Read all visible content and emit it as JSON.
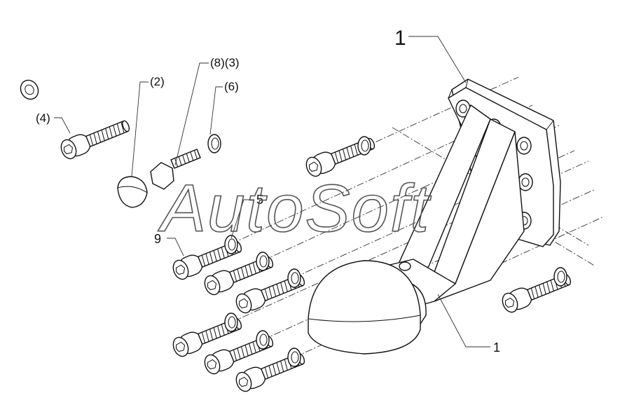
{
  "callouts": {
    "main_top": "1",
    "main_bottom": "1",
    "washer_4": "(4)",
    "cap_2": "(2)",
    "bolt_8_3": "(8)(3)",
    "washer_6": "(6)",
    "ref_5": "5",
    "ref_9": "9"
  },
  "watermark": "AutoSoft"
}
